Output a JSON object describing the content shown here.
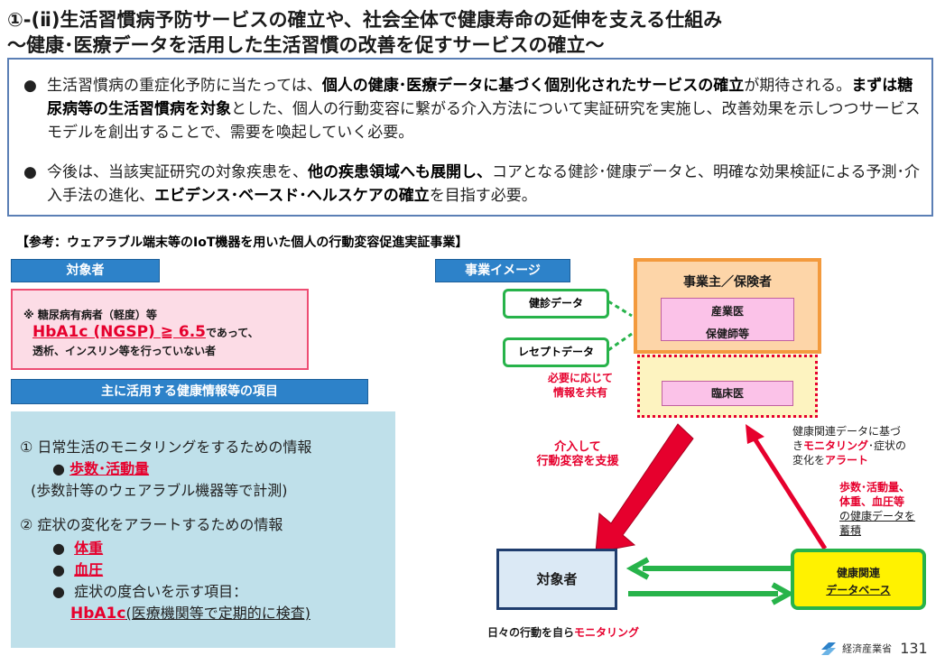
{
  "header": {
    "title_line1": "①-(ⅱ)生活習慣病予防サービスの確立や、社会全体で健康寿命の延伸を支える仕組み",
    "title_line2": "〜健康･医療データを活用した生活習慣の改善を促すサービスの確立〜"
  },
  "summary": {
    "bullet1": {
      "p1": "生活習慣病の重症化予防に当たっては、",
      "b1": "個人の健康･医療データに基づく個別化されたサービスの確立",
      "p2": "が期待される。",
      "b2": "まずは糖尿病等の生活習慣病を対象",
      "p3": "とした、個人の行動変容に繋がる介入方法について実証研究を実施し、改善効果を示しつつサービスモデルを創出することで、需要を喚起していく必要。"
    },
    "bullet2": {
      "p1": "今後は、当該実証研究の対象疾患を、",
      "b1": "他の疾患領域へも展開し、",
      "p2": "コアとなる健診･健康データと、明確な効果検証による予測･介入手法の進化、",
      "b2": "エビデンス･ベースド･ヘルスケアの確立",
      "p3": "を目指す必要。"
    },
    "dot": "●"
  },
  "reference_title": "【参考：ウェアラブル端末等のIoT機器を用いた個人の行動変容促進実証事業】",
  "left": {
    "target_head": "対象者",
    "target_line1": "※ 糖尿病有病者（軽度）等",
    "target_hba1c": "HbA1c (NGSP) ≧ 6.5",
    "target_line2_rest": "であって、",
    "target_line3": "透析、インスリン等を行っていない者",
    "items_head": "主に活用する健康情報等の項目",
    "item1": "① 日常生活のモニタリングをするための情報",
    "item1_sub": "歩数･活動量",
    "item1_note": "(歩数計等のウェアラブル機器等で計測)",
    "item2": "② 症状の変化をアラートするための情報",
    "item2_sub1": "体重",
    "item2_sub2": "血圧",
    "item2_sub3": "症状の度合いを示す項目：",
    "item2_hba1c": "HbA1c",
    "item2_hba1c_note": "(医療機関等で定期的に検査)",
    "dot": "●"
  },
  "right": {
    "image_head": "事業イメージ",
    "employer": "事業主／保険者",
    "doctor": "産業医",
    "nurse": "保健師等",
    "clinician": "臨床医",
    "checkup_data": "健診データ",
    "receipt_data": "レセプトデータ",
    "share1": "必要に応じて",
    "share2": "情報を共有",
    "intervene1": "介入して",
    "intervene2": "行動変容を支援",
    "monitor_note1": "健康関連データに基づ",
    "monitor_note2a": "き",
    "monitor_note2b": "モニタリング",
    "monitor_note2c": "･症状の",
    "monitor_note3a": "変化を",
    "monitor_note3b": "アラート",
    "store1": "歩数･活動量、",
    "store2": "体重、血圧等",
    "store3": "の健康データを",
    "store4": "蓄積",
    "subject": "対象者",
    "db1": "健康関連",
    "db2": "データベース",
    "daily_a": "日々の行動を自ら",
    "daily_b": "モニタリング"
  },
  "footer": {
    "ministry": "経済産業省",
    "page": "131"
  },
  "colors": {
    "accent_red": "#e6002d",
    "header_blue": "#2d82c9",
    "green": "#27b34a",
    "orange_frame": "#f39a3d",
    "pink": "#fcdce6"
  }
}
